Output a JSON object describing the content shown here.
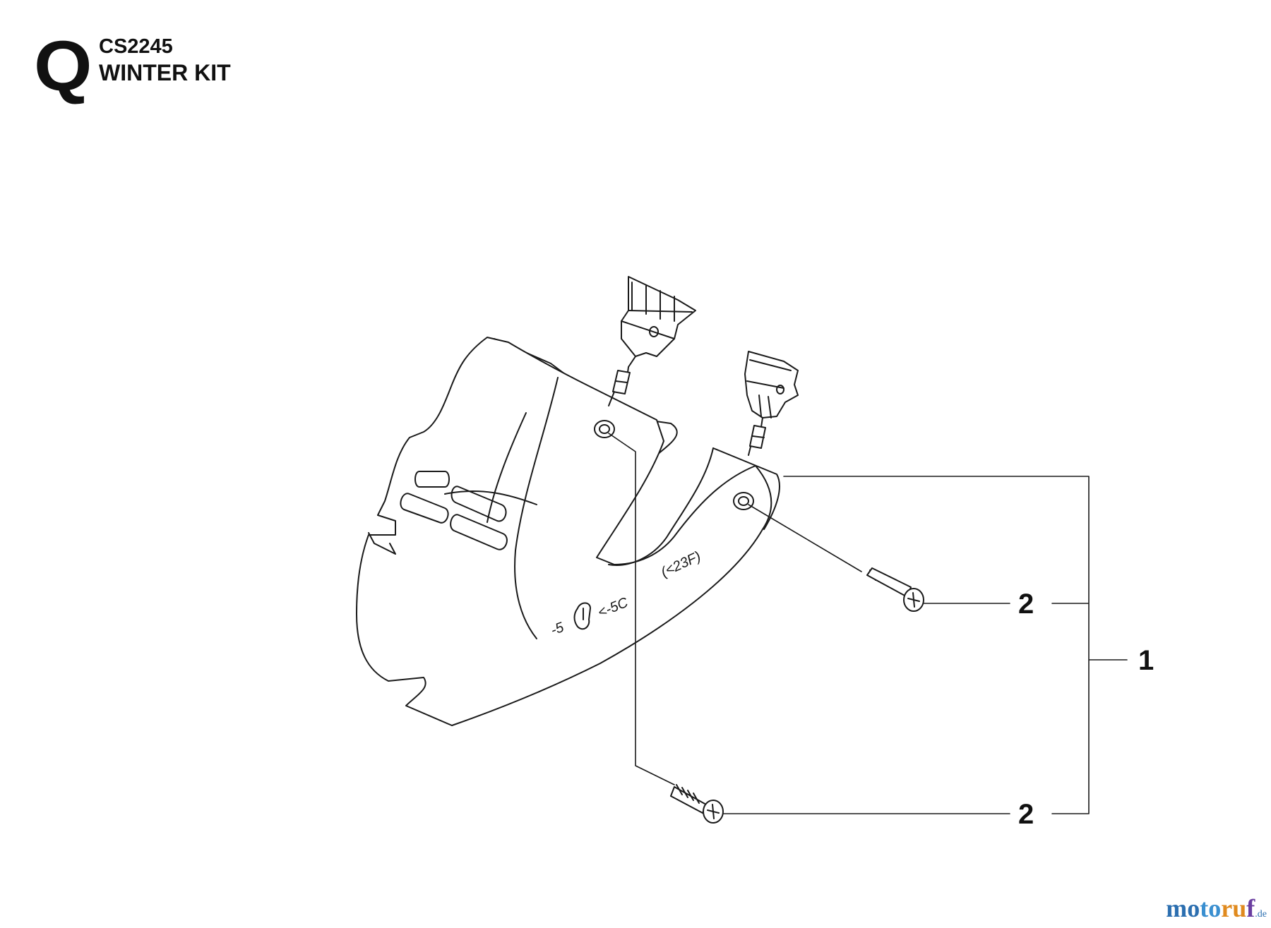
{
  "header": {
    "section_letter": "Q",
    "model": "CS2245",
    "title": "WINTER KIT"
  },
  "callouts": {
    "kit_ref": "1",
    "screw_upper_ref": "2",
    "screw_lower_ref": "2"
  },
  "part_markings": {
    "temp_left": "-5",
    "temp_mid": "<-5C",
    "temp_right": "(<23F)"
  },
  "watermark": {
    "parts": [
      "mo",
      "to",
      "ru",
      "f"
    ],
    "tld": ".de"
  },
  "colors": {
    "line": "#1a1a1a",
    "fill": "#ffffff"
  }
}
